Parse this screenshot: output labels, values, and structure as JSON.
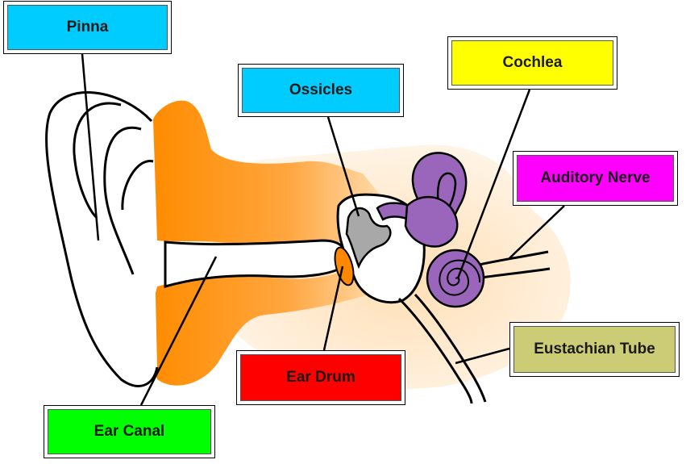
{
  "labels": {
    "pinna": {
      "text": "Pinna",
      "color": "#00CCFF"
    },
    "ossicles": {
      "text": "Ossicles",
      "color": "#00CCFF"
    },
    "cochlea": {
      "text": "Cochlea",
      "color": "#FFFF00"
    },
    "auditory_nerve": {
      "text": "Auditory Nerve",
      "color": "#FF00FF"
    },
    "eustachian_tube": {
      "text": "Eustachian Tube",
      "color": "#CCCC77"
    },
    "ear_drum": {
      "text": "Ear Drum",
      "color": "#FF0000"
    },
    "ear_canal": {
      "text": "Ear Canal",
      "color": "#00FF00"
    }
  },
  "colors": {
    "ear_canal_fill": "#FF9922",
    "middle_ear_fill": "#FFE8C8",
    "cochlea_fill": "#9966BB",
    "ossicle_fill": "#AAAAAA",
    "ear_drum_fill": "#FF8800",
    "outline": "#000000"
  }
}
